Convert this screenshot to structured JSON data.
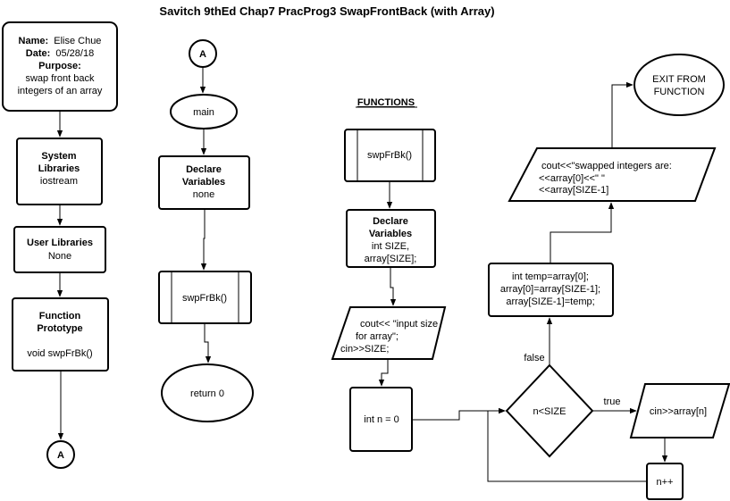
{
  "title": "Savitch 9thEd Chap7 PracProg3 SwapFrontBack (with Array)",
  "header_box": {
    "name_label": "Name:",
    "name_value": "Elise Chue",
    "date_label": "Date:",
    "date_value": "05/28/18",
    "purpose_label": "Purpose:",
    "purpose_line1": "swap front back",
    "purpose_line2": "integers of an array"
  },
  "system_libraries": {
    "title1": "System",
    "title2": "Libraries",
    "value": "iostream"
  },
  "user_libraries": {
    "title": "User Libraries",
    "value": "None"
  },
  "function_prototype": {
    "title1": "Function",
    "title2": "Prototype",
    "value": "void swpFrBk()"
  },
  "connector_label": "A",
  "main": {
    "start": "main",
    "declare_title1": "Declare",
    "declare_title2": "Variables",
    "declare_value": "none",
    "call": "swpFrBk()",
    "end": "return 0"
  },
  "functions": {
    "heading": "FUNCTIONS",
    "name": "swpFrBk()",
    "declare_title1": "Declare",
    "declare_title2": "Variables",
    "declare_line1": "int SIZE,",
    "declare_line2": "array[SIZE];",
    "input_line1": "cout<< \"input size",
    "input_line2": "for array\";",
    "input_line3": "cin>>SIZE;",
    "init": "int n = 0",
    "condition": "n<SIZE",
    "true_label": "true",
    "false_label": "false",
    "read_element": "cin>>array[n]",
    "increment": "n++",
    "swap_line1": "int temp=array[0];",
    "swap_line2": "array[0]=array[SIZE-1];",
    "swap_line3": "array[SIZE-1]=temp;",
    "output_line1": "cout<<\"swapped integers are:",
    "output_line2": "<<array[0]<<\" \"",
    "output_line3": "<<array[SIZE-1]",
    "exit_line1": "EXIT FROM",
    "exit_line2": "FUNCTION"
  }
}
